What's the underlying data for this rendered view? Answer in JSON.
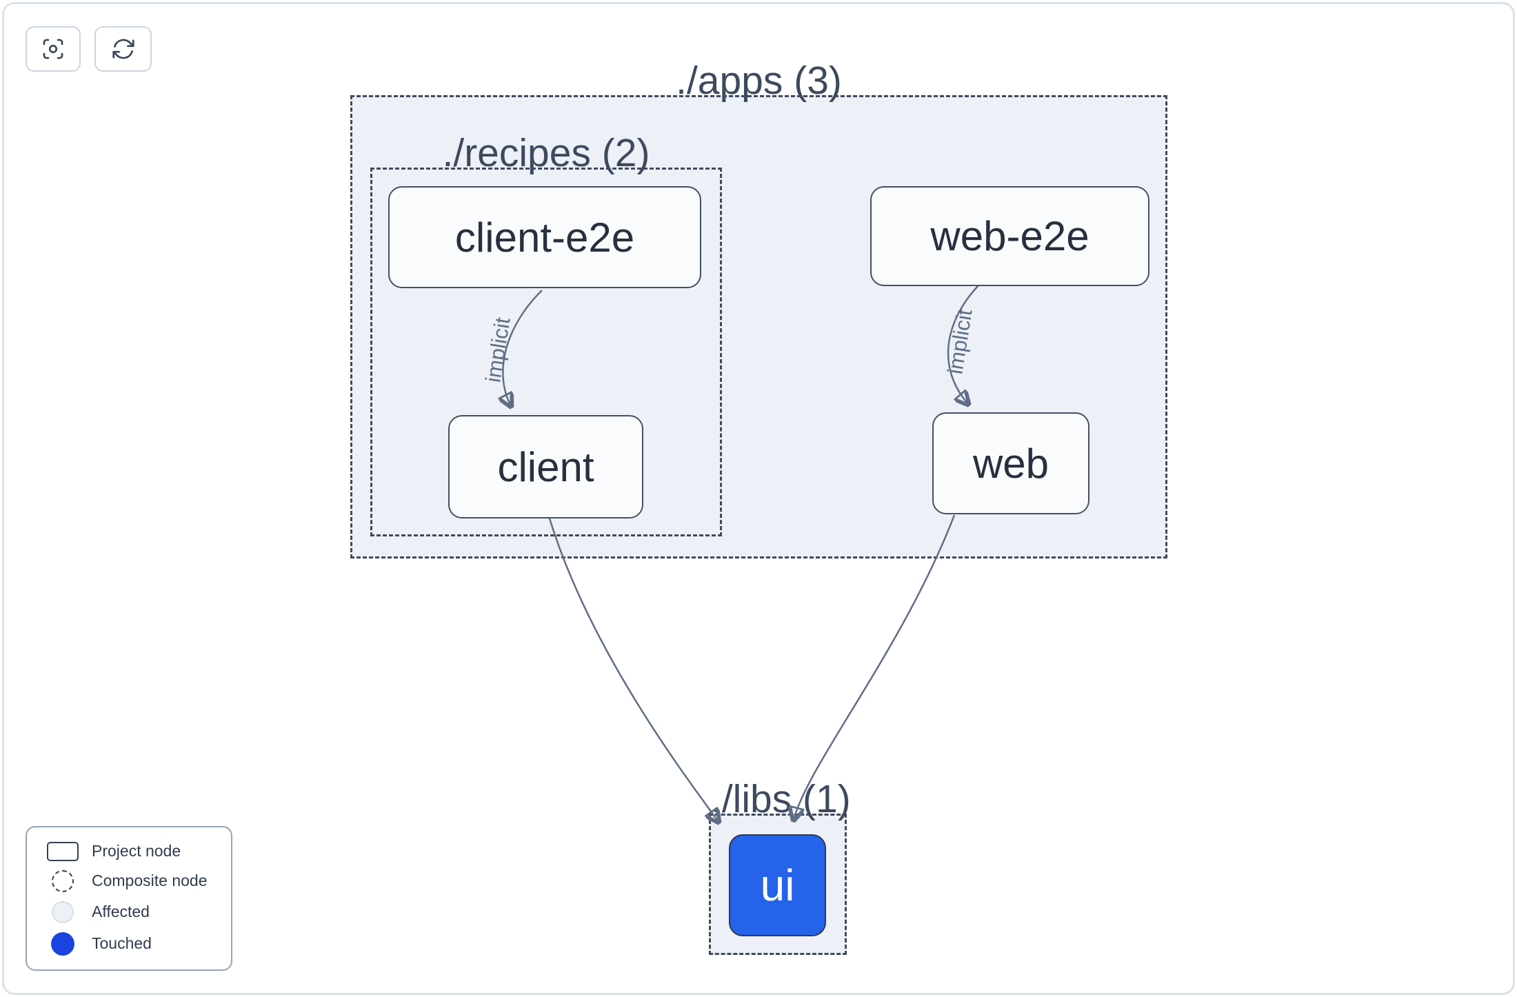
{
  "toolbar": {
    "focus_icon": "viewfinder-circle",
    "refresh_icon": "arrow-path"
  },
  "graph": {
    "groups": [
      {
        "id": "apps",
        "label": "./apps (3)"
      },
      {
        "id": "recipes",
        "label": "./recipes (2)"
      },
      {
        "id": "libs",
        "label": "./libs (1)"
      }
    ],
    "nodes": [
      {
        "id": "client-e2e",
        "label": "client-e2e",
        "state": "normal"
      },
      {
        "id": "web-e2e",
        "label": "web-e2e",
        "state": "normal"
      },
      {
        "id": "client",
        "label": "client",
        "state": "normal"
      },
      {
        "id": "web",
        "label": "web",
        "state": "normal"
      },
      {
        "id": "ui",
        "label": "ui",
        "state": "touched"
      }
    ],
    "edges": [
      {
        "from": "client-e2e",
        "to": "client",
        "label": "implicit"
      },
      {
        "from": "web-e2e",
        "to": "web",
        "label": "implicit"
      },
      {
        "from": "client",
        "to": "ui",
        "label": ""
      },
      {
        "from": "web",
        "to": "ui",
        "label": ""
      }
    ]
  },
  "legend": {
    "items": [
      {
        "label": "Project node",
        "swatch": "project-node"
      },
      {
        "label": "Composite node",
        "swatch": "composite-node"
      },
      {
        "label": "Affected",
        "swatch": "affected"
      },
      {
        "label": "Touched",
        "swatch": "touched"
      }
    ]
  },
  "colors": {
    "touched_node_fill": "#2563eb",
    "touched_legend_dot": "#1a43e0",
    "composite_fill": "#edf1f7",
    "dashed_border": "#3e4a5c",
    "node_border": "#435063",
    "edge_stroke": "#5f6e85",
    "title_text": "#3d4a5e",
    "node_text": "#27303f"
  }
}
